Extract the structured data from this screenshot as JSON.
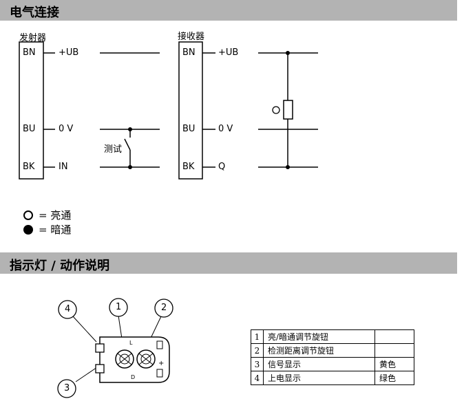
{
  "sections": {
    "electrical": "电气连接",
    "indicator": "指示灯 / 动作说明"
  },
  "emitter": {
    "title": "发射器",
    "pins": [
      {
        "wire": "BN",
        "signal": "+UB"
      },
      {
        "wire": "BU",
        "signal": "0 V"
      },
      {
        "wire": "BK",
        "signal": "IN"
      }
    ],
    "test_label": "测试"
  },
  "receiver": {
    "title": "接收器",
    "pins": [
      {
        "wire": "BN",
        "signal": "+UB"
      },
      {
        "wire": "BU",
        "signal": "0 V"
      },
      {
        "wire": "BK",
        "signal": "Q"
      }
    ]
  },
  "legend": [
    {
      "symbol": "open-circle",
      "text": "= 亮通"
    },
    {
      "symbol": "filled-circle",
      "text": "= 暗通"
    }
  ],
  "callouts": [
    "1",
    "2",
    "3",
    "4"
  ],
  "function_table": [
    {
      "num": "1",
      "desc": "亮/暗通调节旋钮",
      "color": ""
    },
    {
      "num": "2",
      "desc": "检测距离调节旋钮",
      "color": ""
    },
    {
      "num": "3",
      "desc": "信号显示",
      "color": "黄色"
    },
    {
      "num": "4",
      "desc": "上电显示",
      "color": "绿色"
    }
  ]
}
